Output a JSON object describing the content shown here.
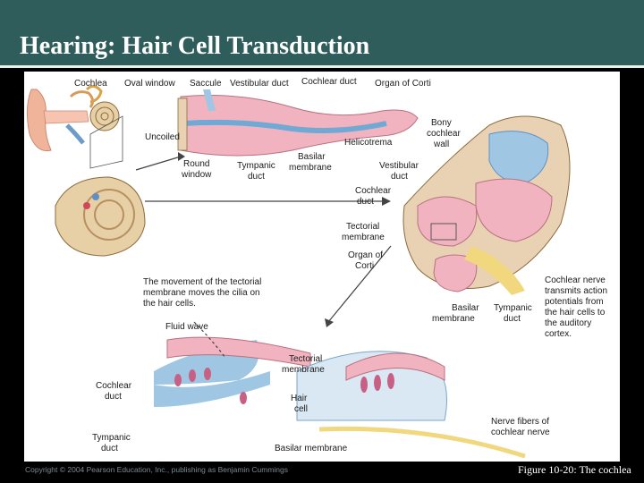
{
  "slide": {
    "title": "Hearing: Hair Cell Transduction",
    "copyright": "Copyright © 2004 Pearson Education, Inc., publishing as Benjamin Cummings",
    "caption": "Figure 10-20: The cochlea"
  },
  "colors": {
    "header_bg": "#2f5d5b",
    "background": "#000000",
    "figure_bg": "#ffffff",
    "duct_pink": "#f2b3c0",
    "duct_blue": "#9fc7e3",
    "bone": "#e9d2b4",
    "nerve_yellow": "#f1d77e"
  },
  "labels": {
    "cochlea": "Cochlea",
    "oval_window": "Oval window",
    "saccule": "Saccule",
    "vestibular_duct_top": "Vestibular duct",
    "cochlear_duct_top": "Cochlear duct",
    "organ_of_corti_top": "Organ of Corti",
    "uncoiled": "Uncoiled",
    "round_window": [
      "Round",
      "window"
    ],
    "tympanic_duct_mid": [
      "Tympanic",
      "duct"
    ],
    "basilar_membrane_mid": [
      "Basilar",
      "membrane"
    ],
    "helicotrema": "Helicotrema",
    "bony_cochlear_wall": [
      "Bony",
      "cochlear",
      "wall"
    ],
    "vestibular_duct_right": [
      "Vestibular",
      "duct"
    ],
    "cochlear_duct_right": [
      "Cochlear",
      "duct"
    ],
    "tectorial_membrane_right": [
      "Tectorial",
      "membrane"
    ],
    "organ_of_corti_right": [
      "Organ of",
      "Corti"
    ],
    "note_tectorial": [
      "The movement of the tectorial",
      "membrane moves the cilia on",
      "the hair cells."
    ],
    "fluid_wave": "Fluid wave",
    "basilar_membrane_right": [
      "Basilar",
      "membrane"
    ],
    "tympanic_duct_right": [
      "Tympanic",
      "duct"
    ],
    "note_nerve": [
      "Cochlear nerve",
      "transmits action",
      "potentials from",
      "the hair cells to",
      "the auditory",
      "cortex."
    ],
    "tectorial_membrane_bottom": [
      "Tectorial",
      "membrane"
    ],
    "cochlear_duct_bottom": [
      "Cochlear",
      "duct"
    ],
    "hair_cell": [
      "Hair",
      "cell"
    ],
    "tympanic_duct_bottom": [
      "Tympanic",
      "duct"
    ],
    "nerve_fibers": [
      "Nerve fibers of",
      "cochlear nerve"
    ],
    "basilar_membrane_bottom": "Basilar membrane"
  }
}
